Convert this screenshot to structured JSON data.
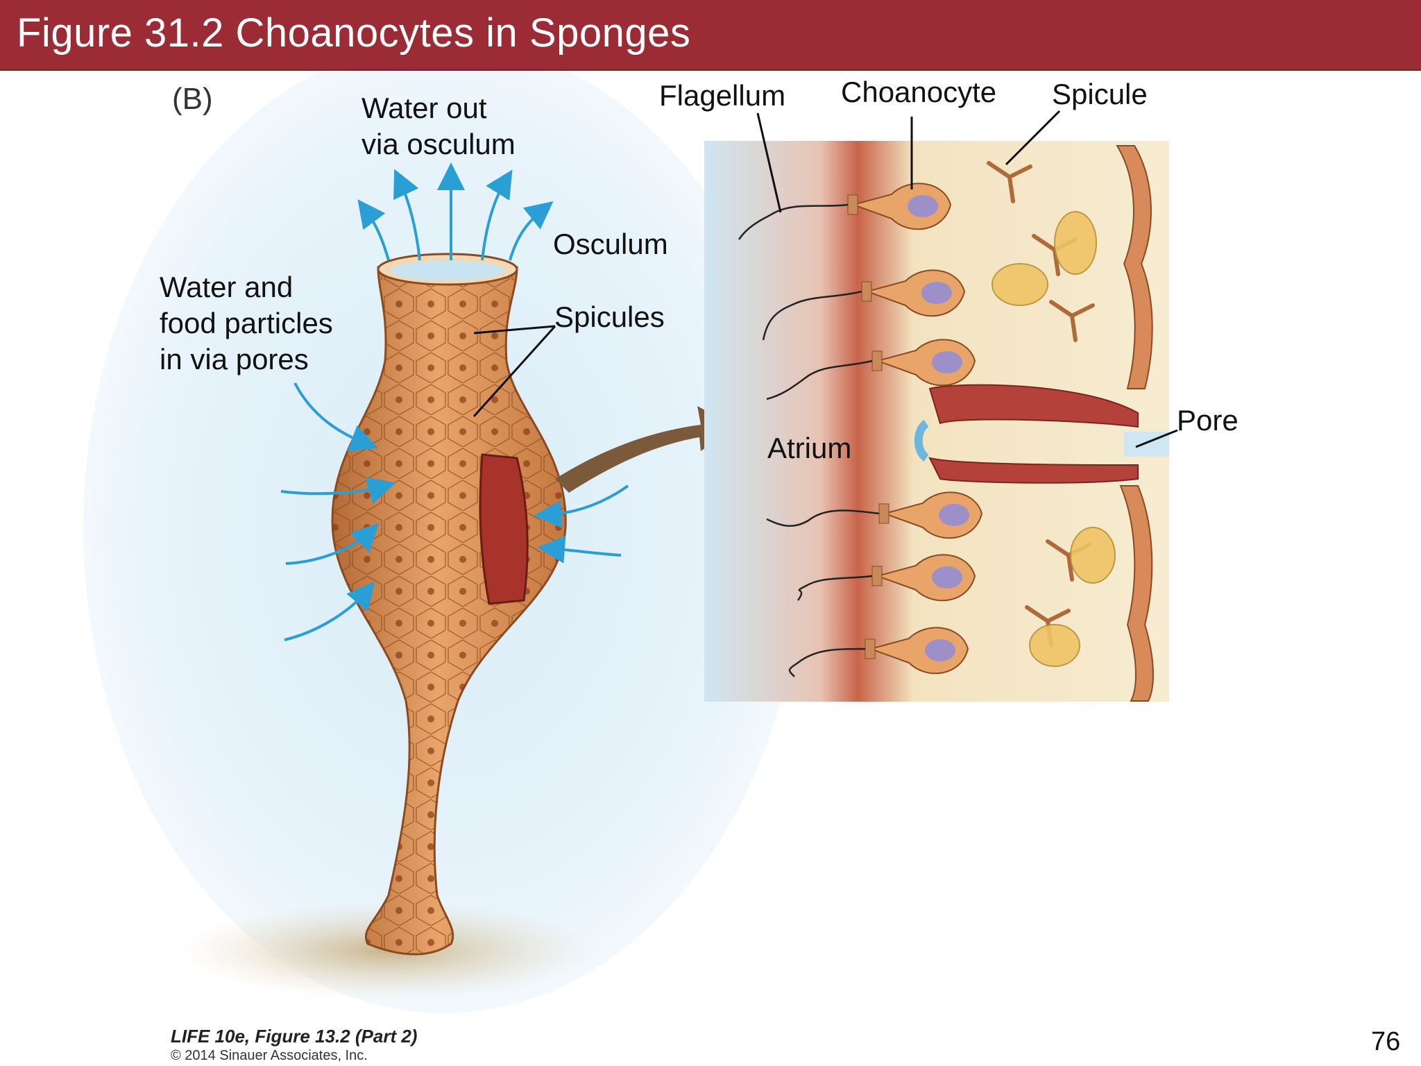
{
  "title": "Figure 31.2  Choanocytes in Sponges",
  "panel_letter": "(B)",
  "labels": {
    "water_out": "Water out\nvia osculum",
    "osculum": "Osculum",
    "spicules": "Spicules",
    "water_in": "Water and\nfood particles\nin via pores",
    "flagellum": "Flagellum",
    "choanocyte": "Choanocyte",
    "spicule": "Spicule",
    "pore": "Pore",
    "atrium": "Atrium"
  },
  "credit": {
    "line1": "LIFE 10e, Figure 13.2 (Part 2)",
    "line2": "© 2014 Sinauer Associates, Inc."
  },
  "page_number": "76",
  "colors": {
    "title_bar": "#9b2c35",
    "water_arrows": "#2a9fd6",
    "sponge_body": "#d9874a",
    "atrium_wall": "#c8644a",
    "pointer_arrow": "#7a5a3a"
  }
}
